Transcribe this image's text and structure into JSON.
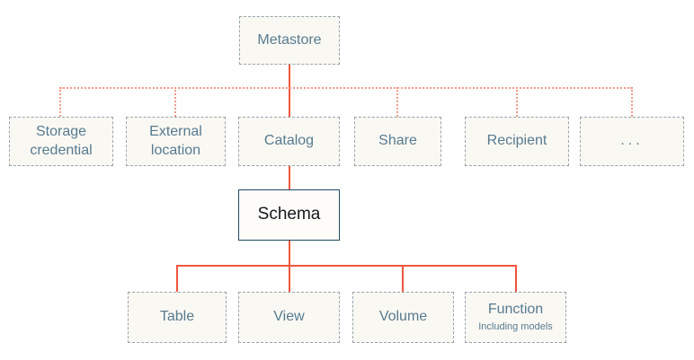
{
  "diagram": {
    "nodes": {
      "metastore": {
        "label": "Metastore"
      },
      "storage_credential": {
        "label": "Storage credential"
      },
      "external_location": {
        "label": "External location"
      },
      "catalog": {
        "label": "Catalog"
      },
      "share": {
        "label": "Share"
      },
      "recipient": {
        "label": "Recipient"
      },
      "more": {
        "label": "..."
      },
      "schema": {
        "label": "Schema"
      },
      "table": {
        "label": "Table"
      },
      "view": {
        "label": "View"
      },
      "volume": {
        "label": "Volume"
      },
      "function": {
        "label": "Function",
        "sublabel": "Including models"
      }
    },
    "colors": {
      "box_bg": "#faf8f3",
      "box_border": "#98a4ab",
      "text": "#577b90",
      "schema_bg": "#fdfcf8",
      "schema_border": "#234a66",
      "schema_text": "#15191e",
      "connector_solid": "#f0563e",
      "connector_dotted": "#f29b8b"
    }
  }
}
